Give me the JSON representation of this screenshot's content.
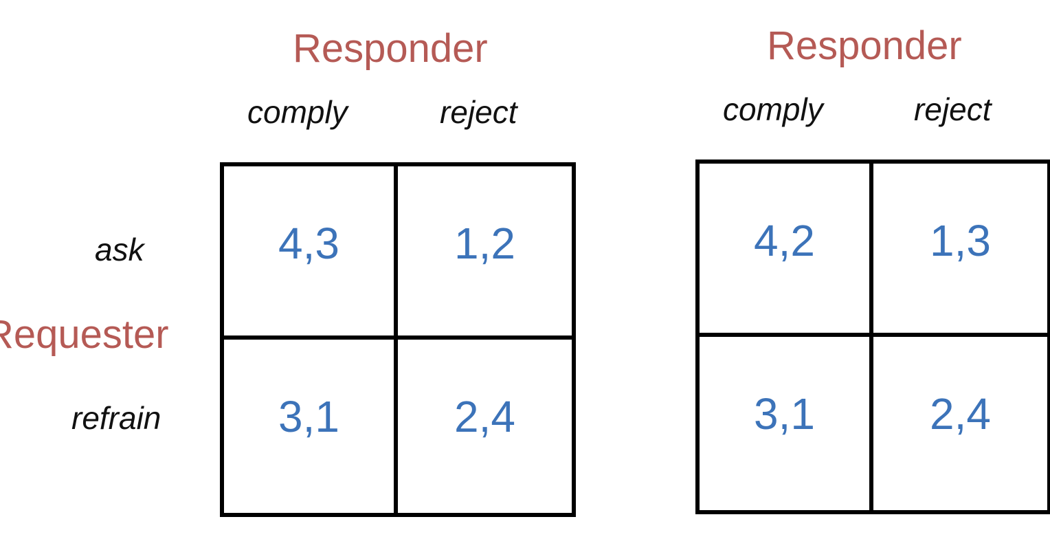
{
  "game_left": {
    "column_player": "Responder",
    "row_player": "Requester",
    "column_strategies": [
      "comply",
      "reject"
    ],
    "row_strategies": [
      "ask",
      "refrain"
    ],
    "payoffs": [
      [
        "4,3",
        "1,2"
      ],
      [
        "3,1",
        "2,4"
      ]
    ]
  },
  "game_right": {
    "column_player": "Responder",
    "column_strategies": [
      "comply",
      "reject"
    ],
    "payoffs": [
      [
        "4,2",
        "1,3"
      ],
      [
        "3,1",
        "2,4"
      ]
    ]
  },
  "colors": {
    "player_label": "#b55a55",
    "payoff": "#3c73b9",
    "strategy": "#111111",
    "grid_line": "#000000"
  }
}
